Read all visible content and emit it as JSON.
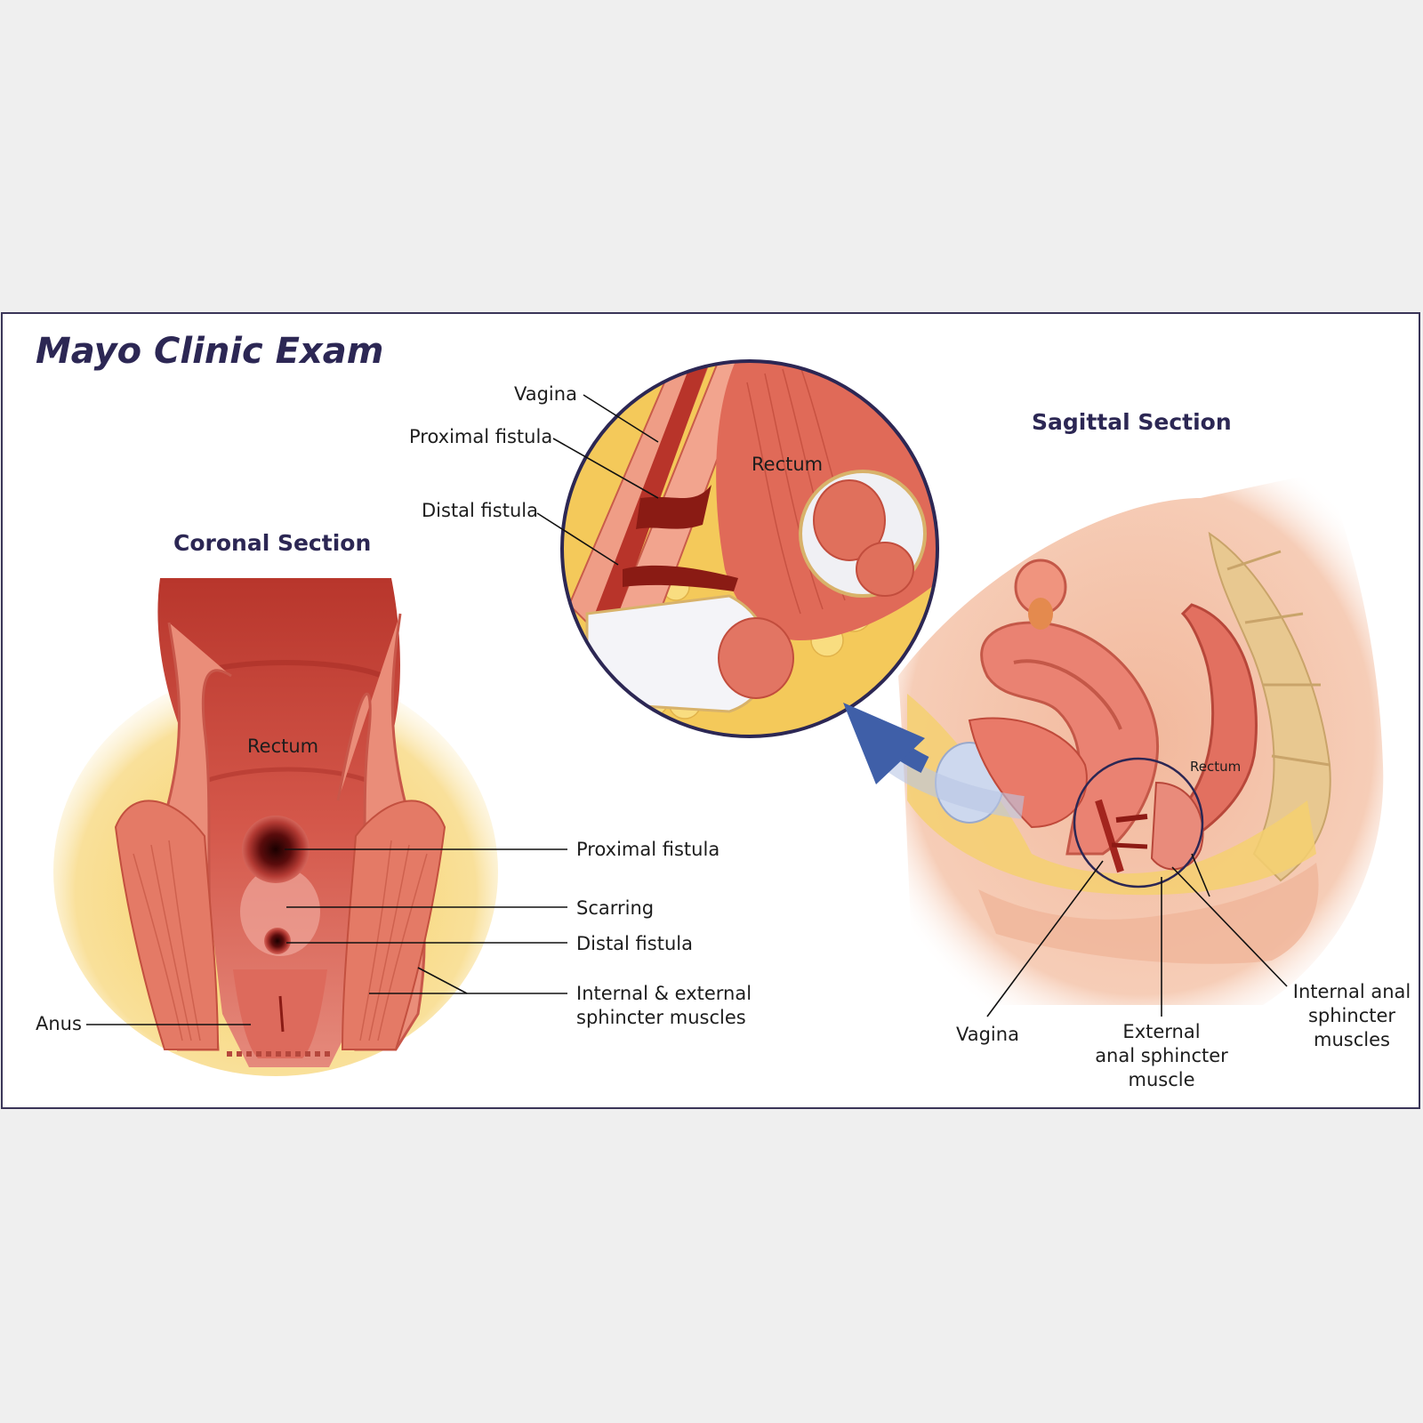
{
  "title": "Mayo Clinic Exam",
  "sections": {
    "coronal": "Coronal Section",
    "sagittal": "Sagittal Section"
  },
  "coronal_labels": {
    "rectum": "Rectum",
    "proximal_fistula": "Proximal fistula",
    "scarring": "Scarring",
    "distal_fistula": "Distal fistula",
    "sphincter_line1": "Internal & external",
    "sphincter_line2": "sphincter muscles",
    "anus": "Anus"
  },
  "inset_labels": {
    "vagina": "Vagina",
    "proximal_fistula": "Proximal fistula",
    "distal_fistula": "Distal fistula",
    "rectum": "Rectum"
  },
  "sagittal_labels": {
    "rectum": "Rectum",
    "vagina": "Vagina",
    "external_line1": "External",
    "external_line2": "anal sphincter",
    "external_line3": "muscle",
    "internal_line1": "Internal anal",
    "internal_line2": "sphincter",
    "internal_line3": "muscles"
  },
  "colors": {
    "title": "#2c2754",
    "border": "#3a3558",
    "tissue": "#e8796a",
    "fat": "#f5d36b",
    "arrow": "#3f5fa8"
  }
}
